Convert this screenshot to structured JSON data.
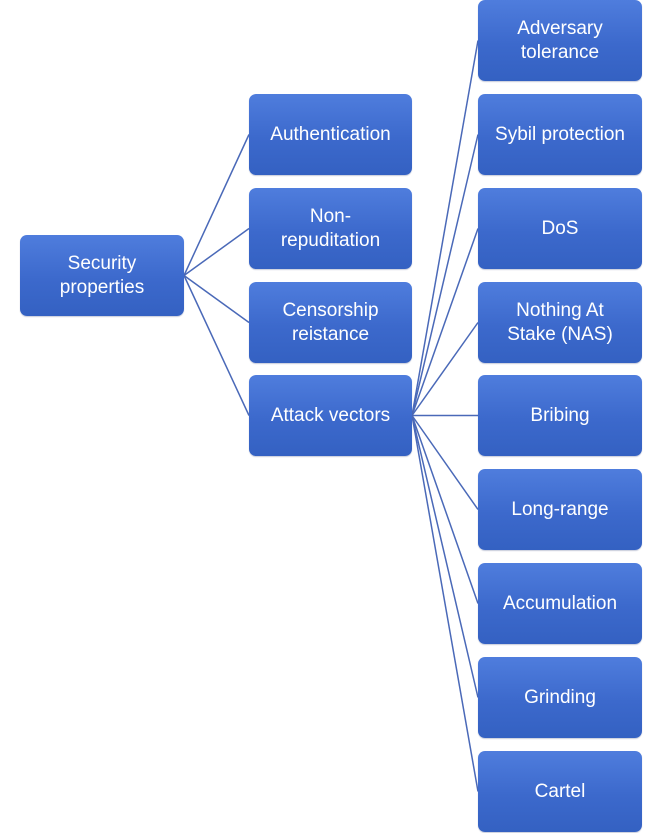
{
  "diagram": {
    "root": {
      "label": "Security\nproperties"
    },
    "level1": [
      {
        "label": "Authentication"
      },
      {
        "label": "Non-\nrepuditation"
      },
      {
        "label": "Censorship\nreistance"
      },
      {
        "label": "Attack vectors"
      }
    ],
    "attack_vectors": [
      {
        "label": "Adversary\ntolerance"
      },
      {
        "label": "Sybil  protection"
      },
      {
        "label": "DoS"
      },
      {
        "label": "Nothing At\nStake (NAS)"
      },
      {
        "label": "Bribing"
      },
      {
        "label": "Long-range"
      },
      {
        "label": "Accumulation"
      },
      {
        "label": "Grinding"
      },
      {
        "label": "Cartel"
      }
    ],
    "colors": {
      "node_fill": "#4472C4",
      "connector": "#4A69B8",
      "text": "#FFFFFF"
    }
  }
}
